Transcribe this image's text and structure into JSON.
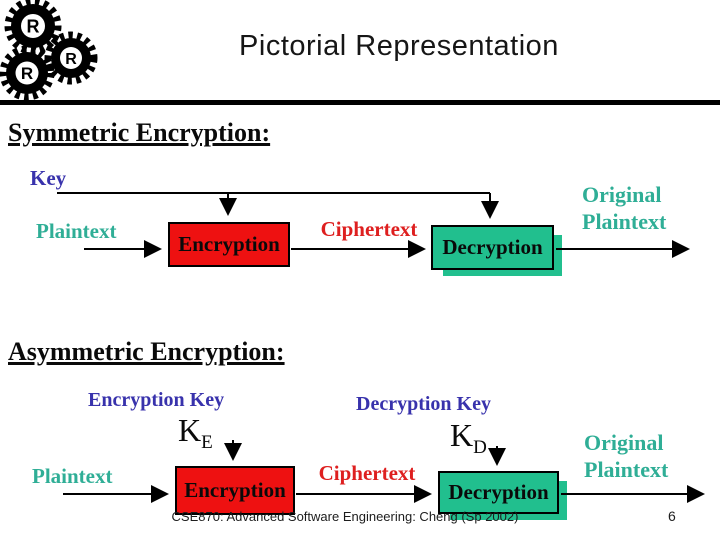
{
  "header": {
    "title": "Pictorial Representation"
  },
  "logo": {
    "letters": [
      "R",
      "R",
      "R"
    ]
  },
  "symmetric": {
    "heading": "Symmetric Encryption:",
    "key_label": "Key",
    "plaintext_label": "Plaintext",
    "encryption_box_label": "Encryption",
    "ciphertext_label": "Ciphertext",
    "decryption_box_label": "Decryption",
    "output_line1": "Original",
    "output_line2": "Plaintext"
  },
  "asymmetric": {
    "heading": "Asymmetric Encryption:",
    "encryption_key_label": "Encryption Key",
    "decryption_key_label": "Decryption Key",
    "key_e_base": "K",
    "key_e_sub": "E",
    "key_d_base": "K",
    "key_d_sub": "D",
    "plaintext_label": "Plaintext",
    "encryption_box_label": "Encryption",
    "ciphertext_label": "Ciphertext",
    "decryption_box_label": "Decryption",
    "output_line1": "Original",
    "output_line2": "Plaintext"
  },
  "footer": {
    "text": "CSE870: Advanced Software Engineering: Cheng (Sp 2002)",
    "page_number": "6"
  },
  "colors": {
    "encryption_box": "#ee1111",
    "decryption_box": "#21bf8e",
    "teal_text": "#2fae96",
    "red_text": "#de1f1f",
    "blue_text": "#3832ac",
    "rule": "#000000"
  }
}
